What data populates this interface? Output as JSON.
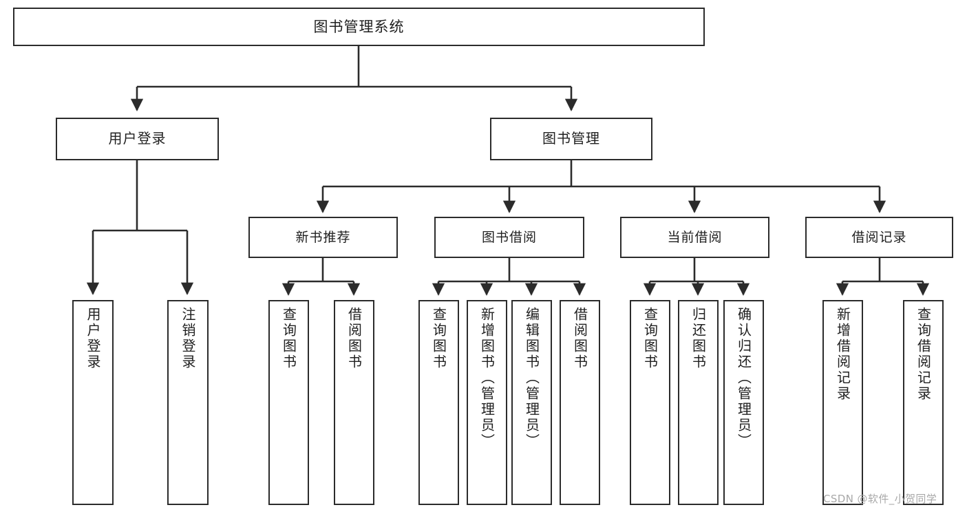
{
  "diagram": {
    "title": "图书管理系统",
    "type": "tree-hierarchy-diagram",
    "watermark": "CSDN @软件_小贺同学",
    "colors": {
      "stroke": "#2b2b2b",
      "fill": "#ffffff",
      "text": "#1f1f1f",
      "watermark": "#a8a8a8"
    },
    "root": {
      "label": "图书管理系统"
    },
    "level2": [
      {
        "id": "user-login",
        "label": "用户登录"
      },
      {
        "id": "book-management",
        "label": "图书管理"
      }
    ],
    "level3": [
      {
        "id": "new-book-recommend",
        "label": "新书推荐"
      },
      {
        "id": "book-borrow",
        "label": "图书借阅"
      },
      {
        "id": "current-borrow",
        "label": "当前借阅"
      },
      {
        "id": "borrow-record",
        "label": "借阅记录"
      }
    ],
    "leaves": {
      "user_login": [
        {
          "id": "leaf-user-login",
          "label": "用户登录"
        },
        {
          "id": "leaf-logout-login",
          "label": "注销登录"
        }
      ],
      "new_book_recommend": [
        {
          "id": "leaf-query-book-1",
          "label": "查询图书"
        },
        {
          "id": "leaf-borrow-book-1",
          "label": "借阅图书"
        }
      ],
      "book_borrow": [
        {
          "id": "leaf-query-book-2",
          "label": "查询图书"
        },
        {
          "id": "leaf-add-book-admin",
          "label": "新增图书（管理员）"
        },
        {
          "id": "leaf-edit-book-admin",
          "label": "编辑图书（管理员）"
        },
        {
          "id": "leaf-borrow-book-2",
          "label": "借阅图书"
        }
      ],
      "current_borrow": [
        {
          "id": "leaf-query-book-3",
          "label": "查询图书"
        },
        {
          "id": "leaf-return-book",
          "label": "归还图书"
        },
        {
          "id": "leaf-confirm-return-admin",
          "label": "确认归还（管理员）"
        }
      ],
      "borrow_record": [
        {
          "id": "leaf-add-borrow-record",
          "label": "新增借阅记录"
        },
        {
          "id": "leaf-query-borrow-record",
          "label": "查询借阅记录"
        }
      ]
    }
  }
}
